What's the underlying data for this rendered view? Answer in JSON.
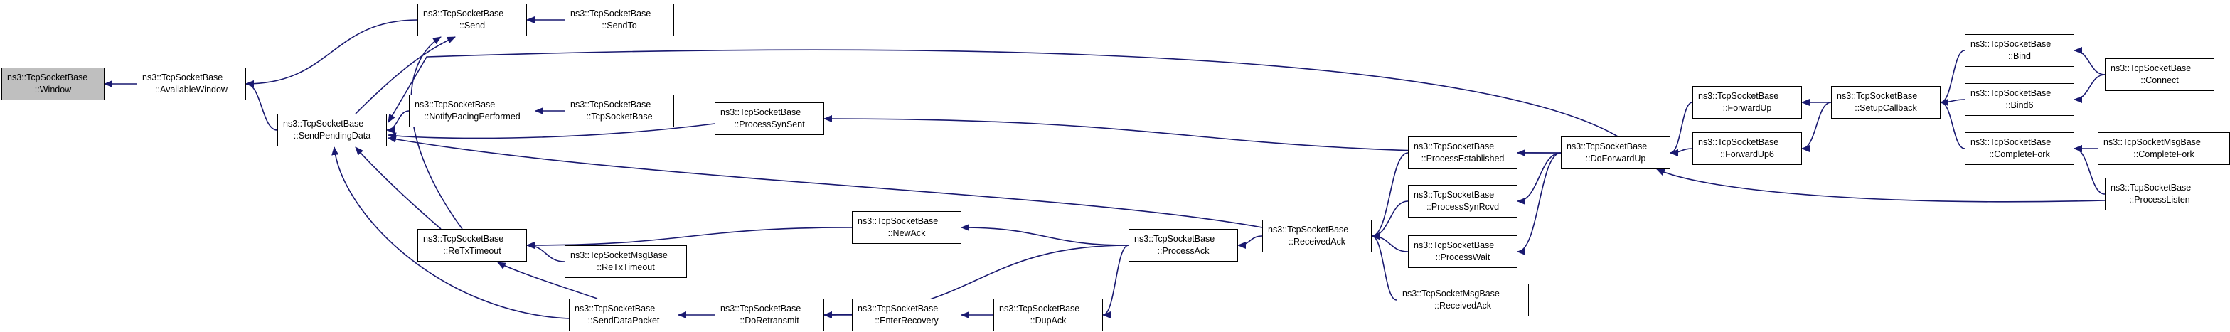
{
  "graph": {
    "edge_color": "#191970",
    "current_fill": "#bfbfbf",
    "nodes": [
      {
        "id": "window",
        "name": "node-tcpsocketbase-window",
        "line1": "ns3::TcpSocketBase",
        "line2": "::Window",
        "current": true
      },
      {
        "id": "availablewindow",
        "name": "node-tcpsocketbase-availablewindow",
        "line1": "ns3::TcpSocketBase",
        "line2": "::AvailableWindow"
      },
      {
        "id": "send",
        "name": "node-tcpsocketbase-send",
        "line1": "ns3::TcpSocketBase",
        "line2": "::Send"
      },
      {
        "id": "sendto",
        "name": "node-tcpsocketbase-sendto",
        "line1": "ns3::TcpSocketBase",
        "line2": "::SendTo"
      },
      {
        "id": "sendpendingdata",
        "name": "node-tcpsocketbase-sendpendingdata",
        "line1": "ns3::TcpSocketBase",
        "line2": "::SendPendingData"
      },
      {
        "id": "notifypacing",
        "name": "node-tcpsocketbase-notifypacingperformed",
        "line1": "ns3::TcpSocketBase",
        "line2": "::NotifyPacingPerformed"
      },
      {
        "id": "ctor",
        "name": "node-tcpsocketbase-tcpsocketbase",
        "line1": "ns3::TcpSocketBase",
        "line2": "::TcpSocketBase"
      },
      {
        "id": "processsynsent",
        "name": "node-tcpsocketbase-processsynsent",
        "line1": "ns3::TcpSocketBase",
        "line2": "::ProcessSynSent"
      },
      {
        "id": "retxtimeout",
        "name": "node-tcpsocketbase-retxtimeout",
        "line1": "ns3::TcpSocketBase",
        "line2": "::ReTxTimeout"
      },
      {
        "id": "msgretx",
        "name": "node-tcpsocketmsgbase-retxtimeout",
        "line1": "ns3::TcpSocketMsgBase",
        "line2": "::ReTxTimeout"
      },
      {
        "id": "senddatapacket",
        "name": "node-tcpsocketbase-senddatapacket",
        "line1": "ns3::TcpSocketBase",
        "line2": "::SendDataPacket"
      },
      {
        "id": "doretransmit",
        "name": "node-tcpsocketbase-doretransmit",
        "line1": "ns3::TcpSocketBase",
        "line2": "::DoRetransmit"
      },
      {
        "id": "enterrecovery",
        "name": "node-tcpsocketbase-enterrecovery",
        "line1": "ns3::TcpSocketBase",
        "line2": "::EnterRecovery"
      },
      {
        "id": "dupack",
        "name": "node-tcpsocketbase-dupack",
        "line1": "ns3::TcpSocketBase",
        "line2": "::DupAck"
      },
      {
        "id": "newack",
        "name": "node-tcpsocketbase-newack",
        "line1": "ns3::TcpSocketBase",
        "line2": "::NewAck"
      },
      {
        "id": "processack",
        "name": "node-tcpsocketbase-processack",
        "line1": "ns3::TcpSocketBase",
        "line2": "::ProcessAck"
      },
      {
        "id": "receivedack",
        "name": "node-tcpsocketbase-receivedack",
        "line1": "ns3::TcpSocketBase",
        "line2": "::ReceivedAck"
      },
      {
        "id": "processestablished",
        "name": "node-tcpsocketbase-processestablished",
        "line1": "ns3::TcpSocketBase",
        "line2": "::ProcessEstablished"
      },
      {
        "id": "processsynrcvd",
        "name": "node-tcpsocketbase-processsynrcvd",
        "line1": "ns3::TcpSocketBase",
        "line2": "::ProcessSynRcvd"
      },
      {
        "id": "processwait",
        "name": "node-tcpsocketbase-processwait",
        "line1": "ns3::TcpSocketBase",
        "line2": "::ProcessWait"
      },
      {
        "id": "msgreceivedack",
        "name": "node-tcpsocketmsgbase-receivedack",
        "line1": "ns3::TcpSocketMsgBase",
        "line2": "::ReceivedAck"
      },
      {
        "id": "doforwardup",
        "name": "node-tcpsocketbase-doforwardup",
        "line1": "ns3::TcpSocketBase",
        "line2": "::DoForwardUp"
      },
      {
        "id": "forwardup",
        "name": "node-tcpsocketbase-forwardup",
        "line1": "ns3::TcpSocketBase",
        "line2": "::ForwardUp"
      },
      {
        "id": "forwardup6",
        "name": "node-tcpsocketbase-forwardup6",
        "line1": "ns3::TcpSocketBase",
        "line2": "::ForwardUp6"
      },
      {
        "id": "setupcallback",
        "name": "node-tcpsocketbase-setupcallback",
        "line1": "ns3::TcpSocketBase",
        "line2": "::SetupCallback"
      },
      {
        "id": "bind",
        "name": "node-tcpsocketbase-bind",
        "line1": "ns3::TcpSocketBase",
        "line2": "::Bind"
      },
      {
        "id": "bind6",
        "name": "node-tcpsocketbase-bind6",
        "line1": "ns3::TcpSocketBase",
        "line2": "::Bind6"
      },
      {
        "id": "completefork",
        "name": "node-tcpsocketbase-completefork",
        "line1": "ns3::TcpSocketBase",
        "line2": "::CompleteFork"
      },
      {
        "id": "connect",
        "name": "node-tcpsocketbase-connect",
        "line1": "ns3::TcpSocketBase",
        "line2": "::Connect"
      },
      {
        "id": "msgcompletefork",
        "name": "node-tcpsocketmsgbase-completefork",
        "line1": "ns3::TcpSocketMsgBase",
        "line2": "::CompleteFork"
      },
      {
        "id": "processlisten",
        "name": "node-tcpsocketbase-processlisten",
        "line1": "ns3::TcpSocketBase",
        "line2": "::ProcessListen"
      }
    ],
    "edges": [
      {
        "from": "availablewindow",
        "to": "window"
      },
      {
        "from": "sendpendingdata",
        "to": "availablewindow"
      },
      {
        "from": "send",
        "to": "availablewindow"
      },
      {
        "from": "sendto",
        "to": "send"
      },
      {
        "from": "notifypacing",
        "to": "sendpendingdata"
      },
      {
        "from": "ctor",
        "to": "notifypacing"
      },
      {
        "from": "processsynsent",
        "to": "sendpendingdata"
      },
      {
        "from": "doforwardup",
        "to": "sendpendingdata"
      },
      {
        "from": "receivedack",
        "to": "sendpendingdata"
      },
      {
        "from": "retxtimeout",
        "to": "sendpendingdata"
      },
      {
        "from": "senddatapacket",
        "to": "sendpendingdata"
      },
      {
        "from": "sendpendingdata",
        "to": "send"
      },
      {
        "from": "retxtimeout",
        "to": "send"
      },
      {
        "from": "msgretx",
        "to": "retxtimeout"
      },
      {
        "from": "newack",
        "to": "retxtimeout"
      },
      {
        "from": "senddatapacket",
        "to": "retxtimeout"
      },
      {
        "from": "doretransmit",
        "to": "senddatapacket"
      },
      {
        "from": "enterrecovery",
        "to": "doretransmit"
      },
      {
        "from": "processack",
        "to": "doretransmit"
      },
      {
        "from": "dupack",
        "to": "enterrecovery"
      },
      {
        "from": "processack",
        "to": "newack"
      },
      {
        "from": "processack",
        "to": "dupack"
      },
      {
        "from": "receivedack",
        "to": "processack"
      },
      {
        "from": "processestablished",
        "to": "receivedack"
      },
      {
        "from": "processsynrcvd",
        "to": "receivedack"
      },
      {
        "from": "processwait",
        "to": "receivedack"
      },
      {
        "from": "msgreceivedack",
        "to": "receivedack"
      },
      {
        "from": "doforwardup",
        "to": "processestablished"
      },
      {
        "from": "doforwardup",
        "to": "processsynrcvd"
      },
      {
        "from": "doforwardup",
        "to": "processwait"
      },
      {
        "from": "doforwardup",
        "to": "processsynsent"
      },
      {
        "from": "forwardup",
        "to": "doforwardup"
      },
      {
        "from": "forwardup6",
        "to": "doforwardup"
      },
      {
        "from": "processlisten",
        "to": "doforwardup"
      },
      {
        "from": "setupcallback",
        "to": "forwardup"
      },
      {
        "from": "setupcallback",
        "to": "forwardup6"
      },
      {
        "from": "bind",
        "to": "setupcallback"
      },
      {
        "from": "bind6",
        "to": "setupcallback"
      },
      {
        "from": "completefork",
        "to": "setupcallback"
      },
      {
        "from": "connect",
        "to": "bind"
      },
      {
        "from": "connect",
        "to": "bind6"
      },
      {
        "from": "msgcompletefork",
        "to": "completefork"
      },
      {
        "from": "processlisten",
        "to": "completefork"
      }
    ]
  }
}
